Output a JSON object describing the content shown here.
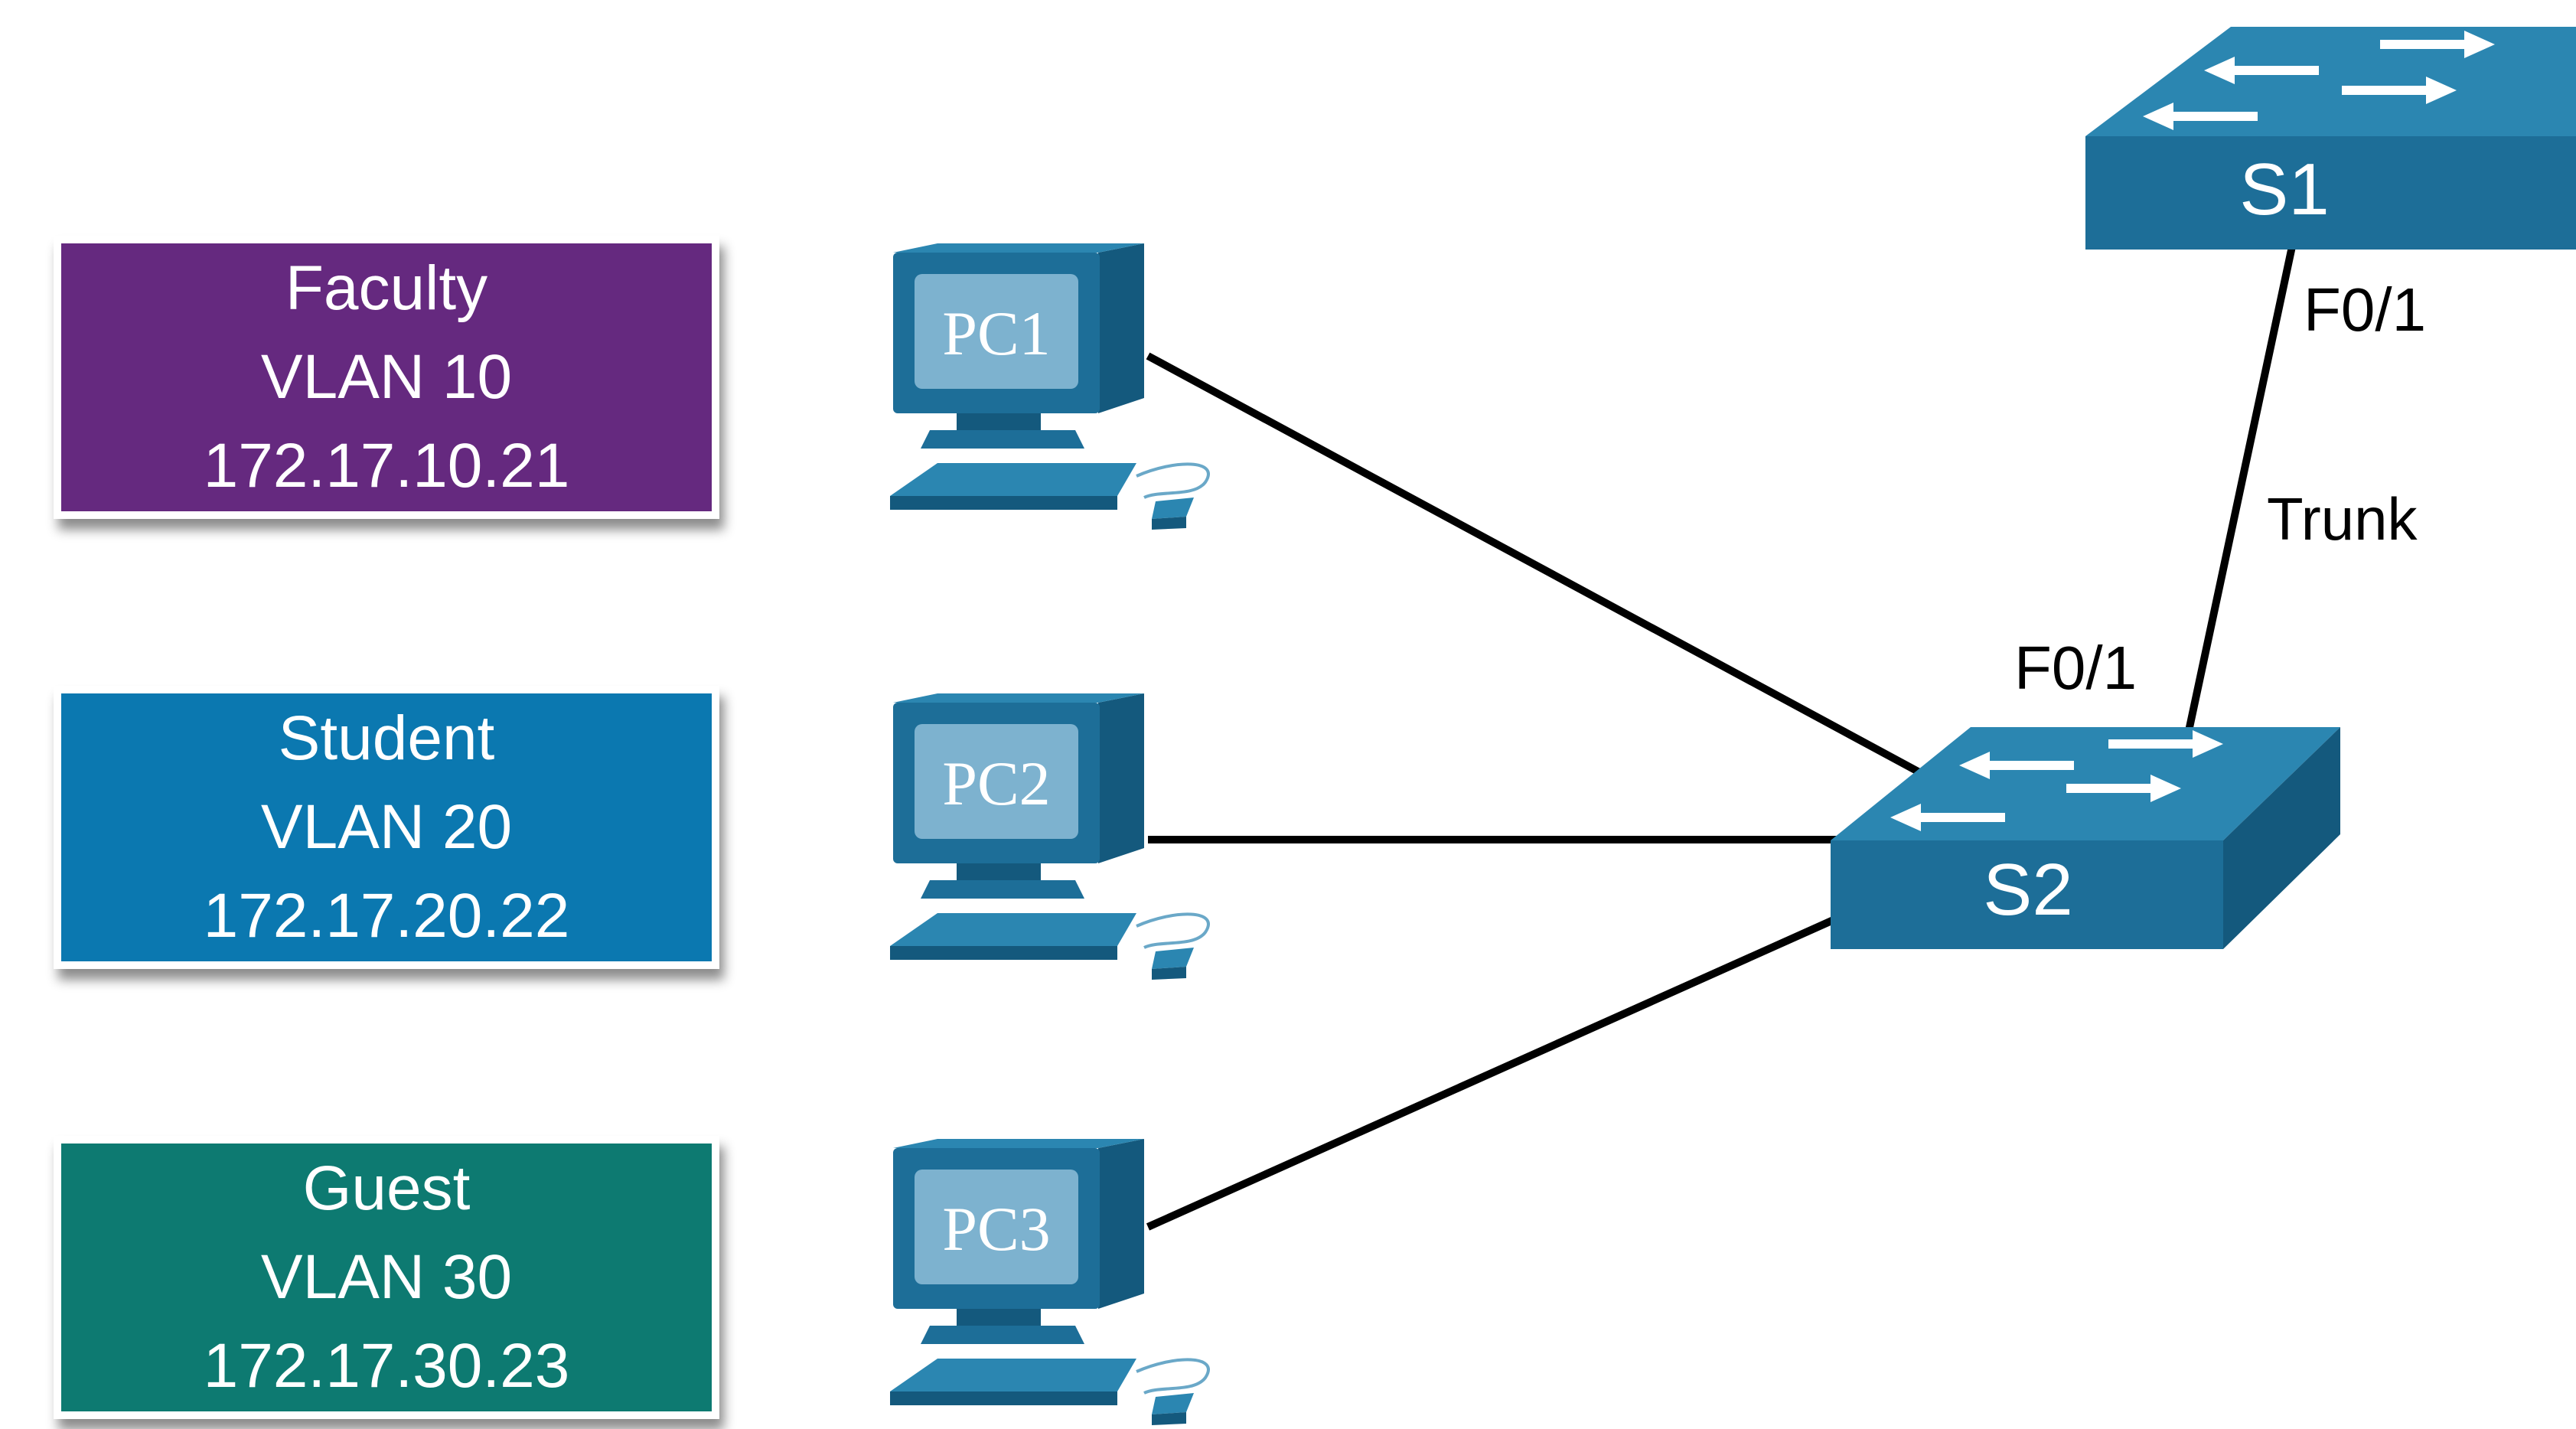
{
  "vlans": [
    {
      "name": "Faculty",
      "vlan": "VLAN 10",
      "ip": "172.17.10.21",
      "color": "#65297f"
    },
    {
      "name": "Student",
      "vlan": "VLAN 20",
      "ip": "172.17.20.22",
      "color": "#0b78b0"
    },
    {
      "name": "Guest",
      "vlan": "VLAN 30",
      "ip": "172.17.30.23",
      "color": "#0d7a71"
    }
  ],
  "pcs": [
    {
      "label": "PC1"
    },
    {
      "label": "PC2"
    },
    {
      "label": "PC3"
    }
  ],
  "switches": {
    "s1": {
      "label": "S1",
      "port": "F0/1"
    },
    "s2": {
      "label": "S2",
      "port": "F0/1"
    }
  },
  "trunk_label": "Trunk",
  "colors": {
    "device_front": "#1d6e98",
    "device_top": "#2b86b1",
    "device_side": "#14597d",
    "screen": "#7db2cf",
    "link": "#000000"
  }
}
